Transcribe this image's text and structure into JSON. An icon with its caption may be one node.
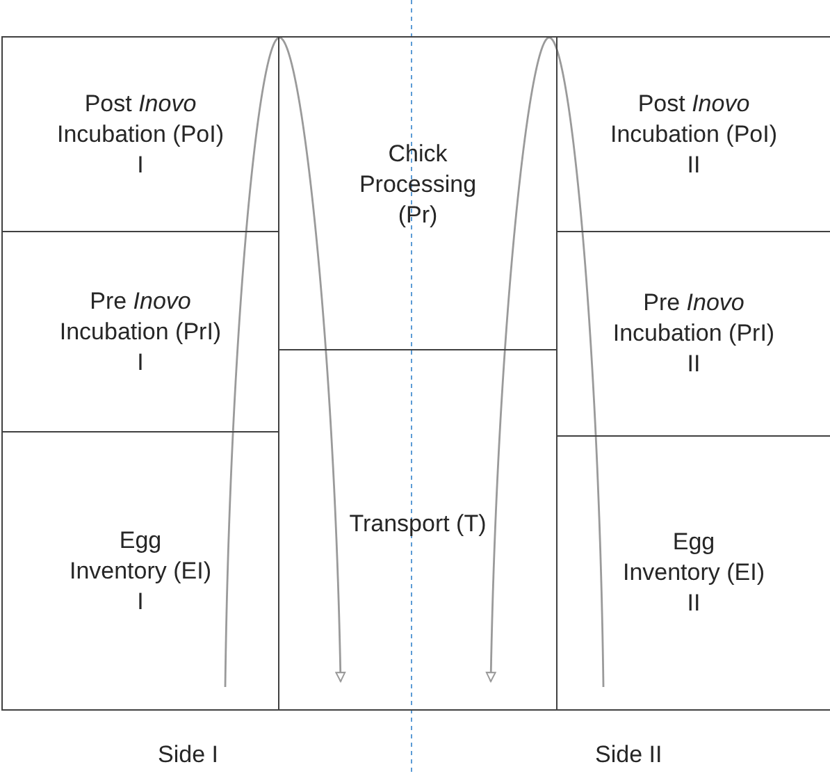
{
  "diagram": {
    "nodes": [
      {
        "text": [
          "Post *Inovo* Incubation (PoI)",
          "I"
        ]
      },
      {
        "text": [
          "Chick Processing (Pr)"
        ]
      },
      {
        "text": [
          "Post *Inovo* Incubation (PoI)",
          "II"
        ]
      },
      {
        "text": [
          "Pre *Inovo* Incubation (PrI)",
          "I"
        ]
      },
      {
        "text": [
          "Pre *Inovo* Incubation (PrI)",
          "II"
        ]
      },
      {
        "text": [
          "Transport (T)"
        ]
      },
      {
        "text": [
          "Egg Inventory (EI)",
          "I"
        ]
      },
      {
        "text": [
          "Egg Inventory (EI)",
          "II"
        ]
      }
    ],
    "edges": [
      {
        "from": 6,
        "to": 3,
        "arrow": "none"
      },
      {
        "from": 3,
        "to": 0,
        "arrow": "none"
      },
      {
        "from": 0,
        "to": 1,
        "arrow": "none"
      },
      {
        "from": 1,
        "to": 5,
        "arrow": "to"
      },
      {
        "from": 7,
        "to": 4,
        "arrow": "none"
      },
      {
        "from": 4,
        "to": 2,
        "arrow": "none"
      },
      {
        "from": 2,
        "to": 1,
        "arrow": "none"
      },
      {
        "from": 1,
        "to": 5,
        "arrow": "to"
      }
    ],
    "labels": [
      "Side I",
      "Side II"
    ]
  }
}
